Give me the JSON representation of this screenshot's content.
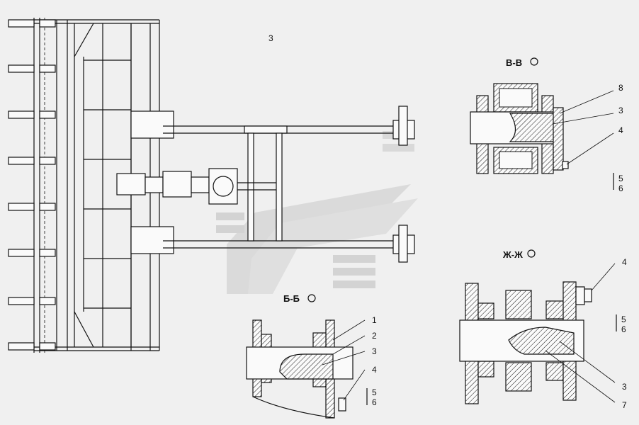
{
  "main_view": {
    "label": "3"
  },
  "sections": {
    "vv": {
      "title": "В-В",
      "callouts": [
        "8",
        "3",
        "4"
      ],
      "fraction": {
        "top": "5",
        "bottom": "6"
      }
    },
    "bb": {
      "title": "Б-Б",
      "callouts": [
        "1",
        "2",
        "3",
        "4"
      ],
      "fraction": {
        "top": "5",
        "bottom": "6"
      }
    },
    "zhzh": {
      "title": "Ж-Ж",
      "callouts_right": [
        "4",
        "3",
        "7"
      ],
      "fraction": {
        "top": "5",
        "bottom": "6"
      }
    }
  }
}
